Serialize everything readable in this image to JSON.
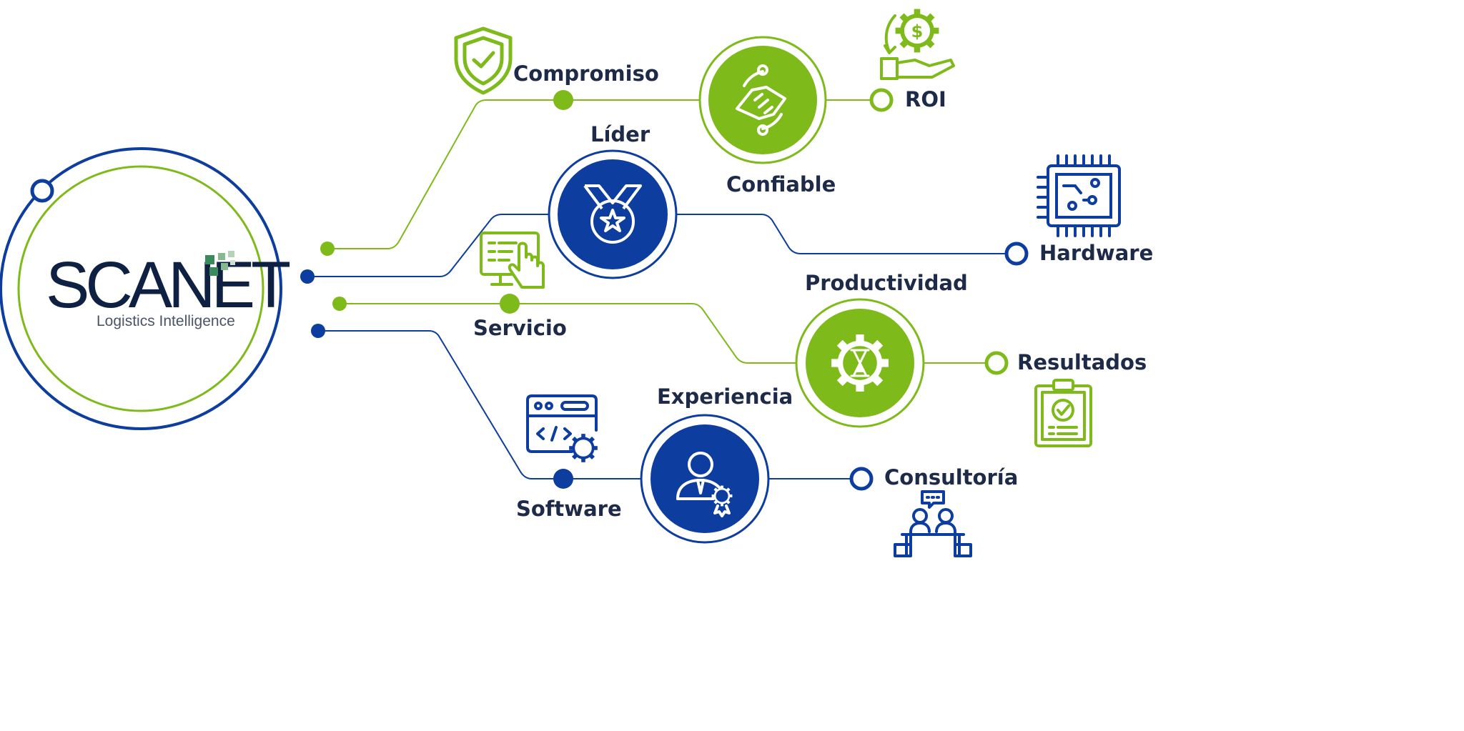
{
  "colors": {
    "green": "#7fba1b",
    "blue": "#0d3d9e",
    "text": "#1d2a48",
    "logo_dark": "#0f2143",
    "logo_accent": "#3b8a5c"
  },
  "logo": {
    "name": "SCANET",
    "tagline": "Logistics Intelligence"
  },
  "nodes": {
    "compromiso": "Compromiso",
    "confiable": "Confiable",
    "roi": "ROI",
    "lider": "Líder",
    "hardware": "Hardware",
    "servicio": "Servicio",
    "productividad": "Productividad",
    "resultados": "Resultados",
    "experiencia": "Experiencia",
    "software": "Software",
    "consultoria": "Consultoría"
  },
  "icons": {
    "compromiso": "shield-check-icon",
    "confiable": "handshake-icon",
    "roi": "money-gear-hand-icon",
    "lider": "medal-icon",
    "hardware": "chip-icon",
    "servicio": "touch-screen-icon",
    "productividad": "gear-hourglass-icon",
    "resultados": "clipboard-check-icon",
    "experiencia": "user-award-icon",
    "software": "code-window-gear-icon",
    "consultoria": "consultation-icon"
  }
}
